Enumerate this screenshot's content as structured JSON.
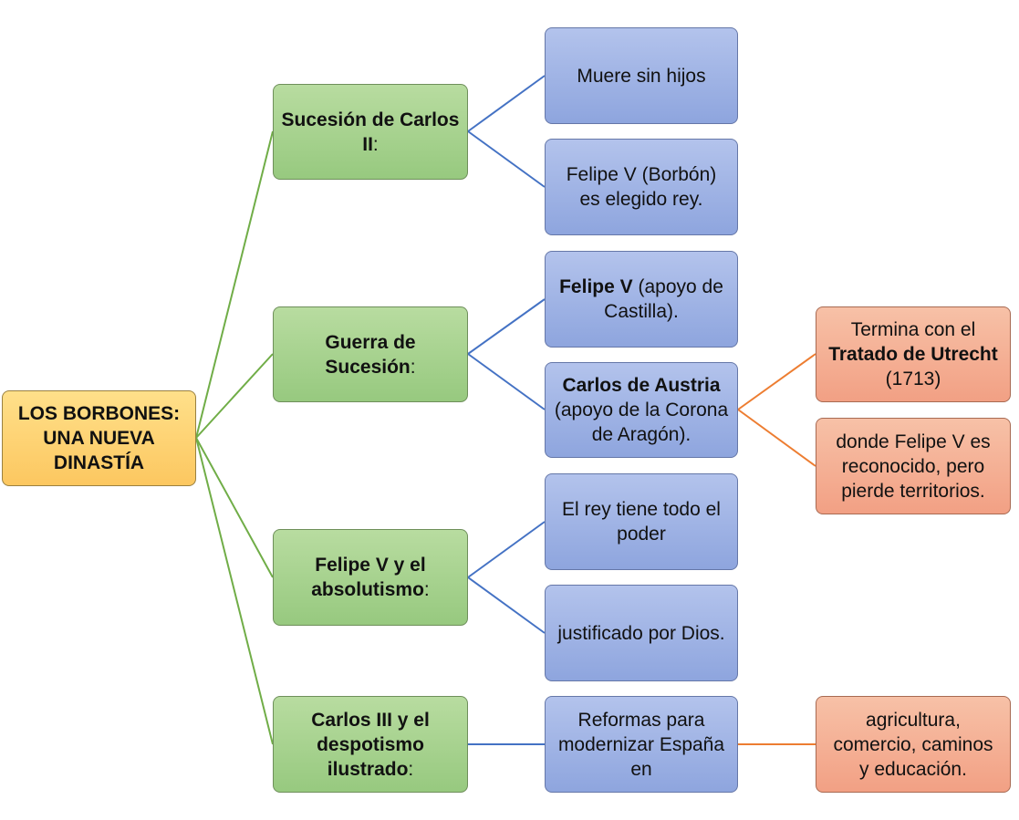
{
  "colors": {
    "root_fill": "#fcc760",
    "level1_fill": "#97c97f",
    "level2_fill": "#8ea5de",
    "level3_fill": "#f2a084",
    "green_line": "#70ad47",
    "blue_line": "#4472c4",
    "orange_line": "#ed7d31"
  },
  "root": {
    "line1": "LOS BORBONES:",
    "line2": "UNA NUEVA",
    "line3": "DINASTÍA"
  },
  "succession": {
    "title_line1": "Sucesión de Carlos",
    "title_line2_bold": "II",
    "title_line2_rest": ":",
    "dies": "Muere sin hijos",
    "felipe_line1": "Felipe V (Borbón)",
    "felipe_line2": "es elegido rey."
  },
  "war": {
    "title_line1": "Guerra de",
    "title_line2_bold": "Sucesión",
    "title_line2_rest": ":",
    "felipe_bold": "Felipe V",
    "felipe_rest": " (apoyo de",
    "felipe_line2": "Castilla).",
    "carlos_bold": "Carlos de Austria",
    "carlos_line2": "(apoyo de la Corona",
    "carlos_line3": "de Aragón).",
    "treaty_line1": "Termina con el",
    "treaty_bold": "Tratado de Utrecht",
    "treaty_line3": "(1713)",
    "recognized_line1": "donde Felipe V es",
    "recognized_line2": "reconocido, pero",
    "recognized_line3": "pierde territorios."
  },
  "absolutism": {
    "title_line1": "Felipe V y el",
    "title_line2_bold": "absolutismo",
    "title_line2_rest": ":",
    "power_line1": "El rey tiene todo el",
    "power_line2": "poder",
    "justified": "justificado por Dios."
  },
  "enlightened": {
    "title_line1": "Carlos III y el",
    "title_line2": "despotismo",
    "title_line3_bold": "ilustrado",
    "title_line3_rest": ":",
    "reforms_line1": "Reformas para",
    "reforms_line2": "modernizar España",
    "reforms_line3": "en",
    "areas_line1": "agricultura,",
    "areas_line2": "comercio, caminos",
    "areas_line3": "y educación."
  }
}
